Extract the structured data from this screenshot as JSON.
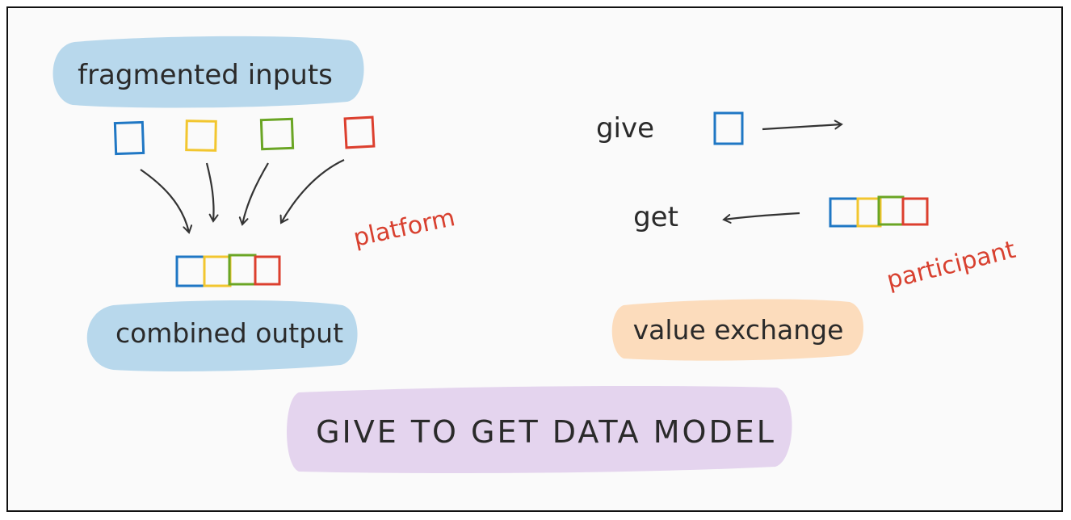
{
  "left": {
    "top_label": "fragmented inputs",
    "bottom_label": "combined output",
    "side_label": "platform"
  },
  "right": {
    "give_label": "give",
    "get_label": "get",
    "bottom_label": "value exchange",
    "side_label": "participant"
  },
  "title": "GIVE TO GET DATA MODEL",
  "colors": {
    "blue": "#1f77c4",
    "yellow": "#f2c62f",
    "green": "#6aa524",
    "red": "#dc3f2e",
    "pill_blue": "#b8d8ec",
    "pill_orange": "#fcdcbc",
    "pill_purple": "#e4d4ee",
    "accent_red": "#d8402f",
    "ink": "#2a2a2a"
  }
}
